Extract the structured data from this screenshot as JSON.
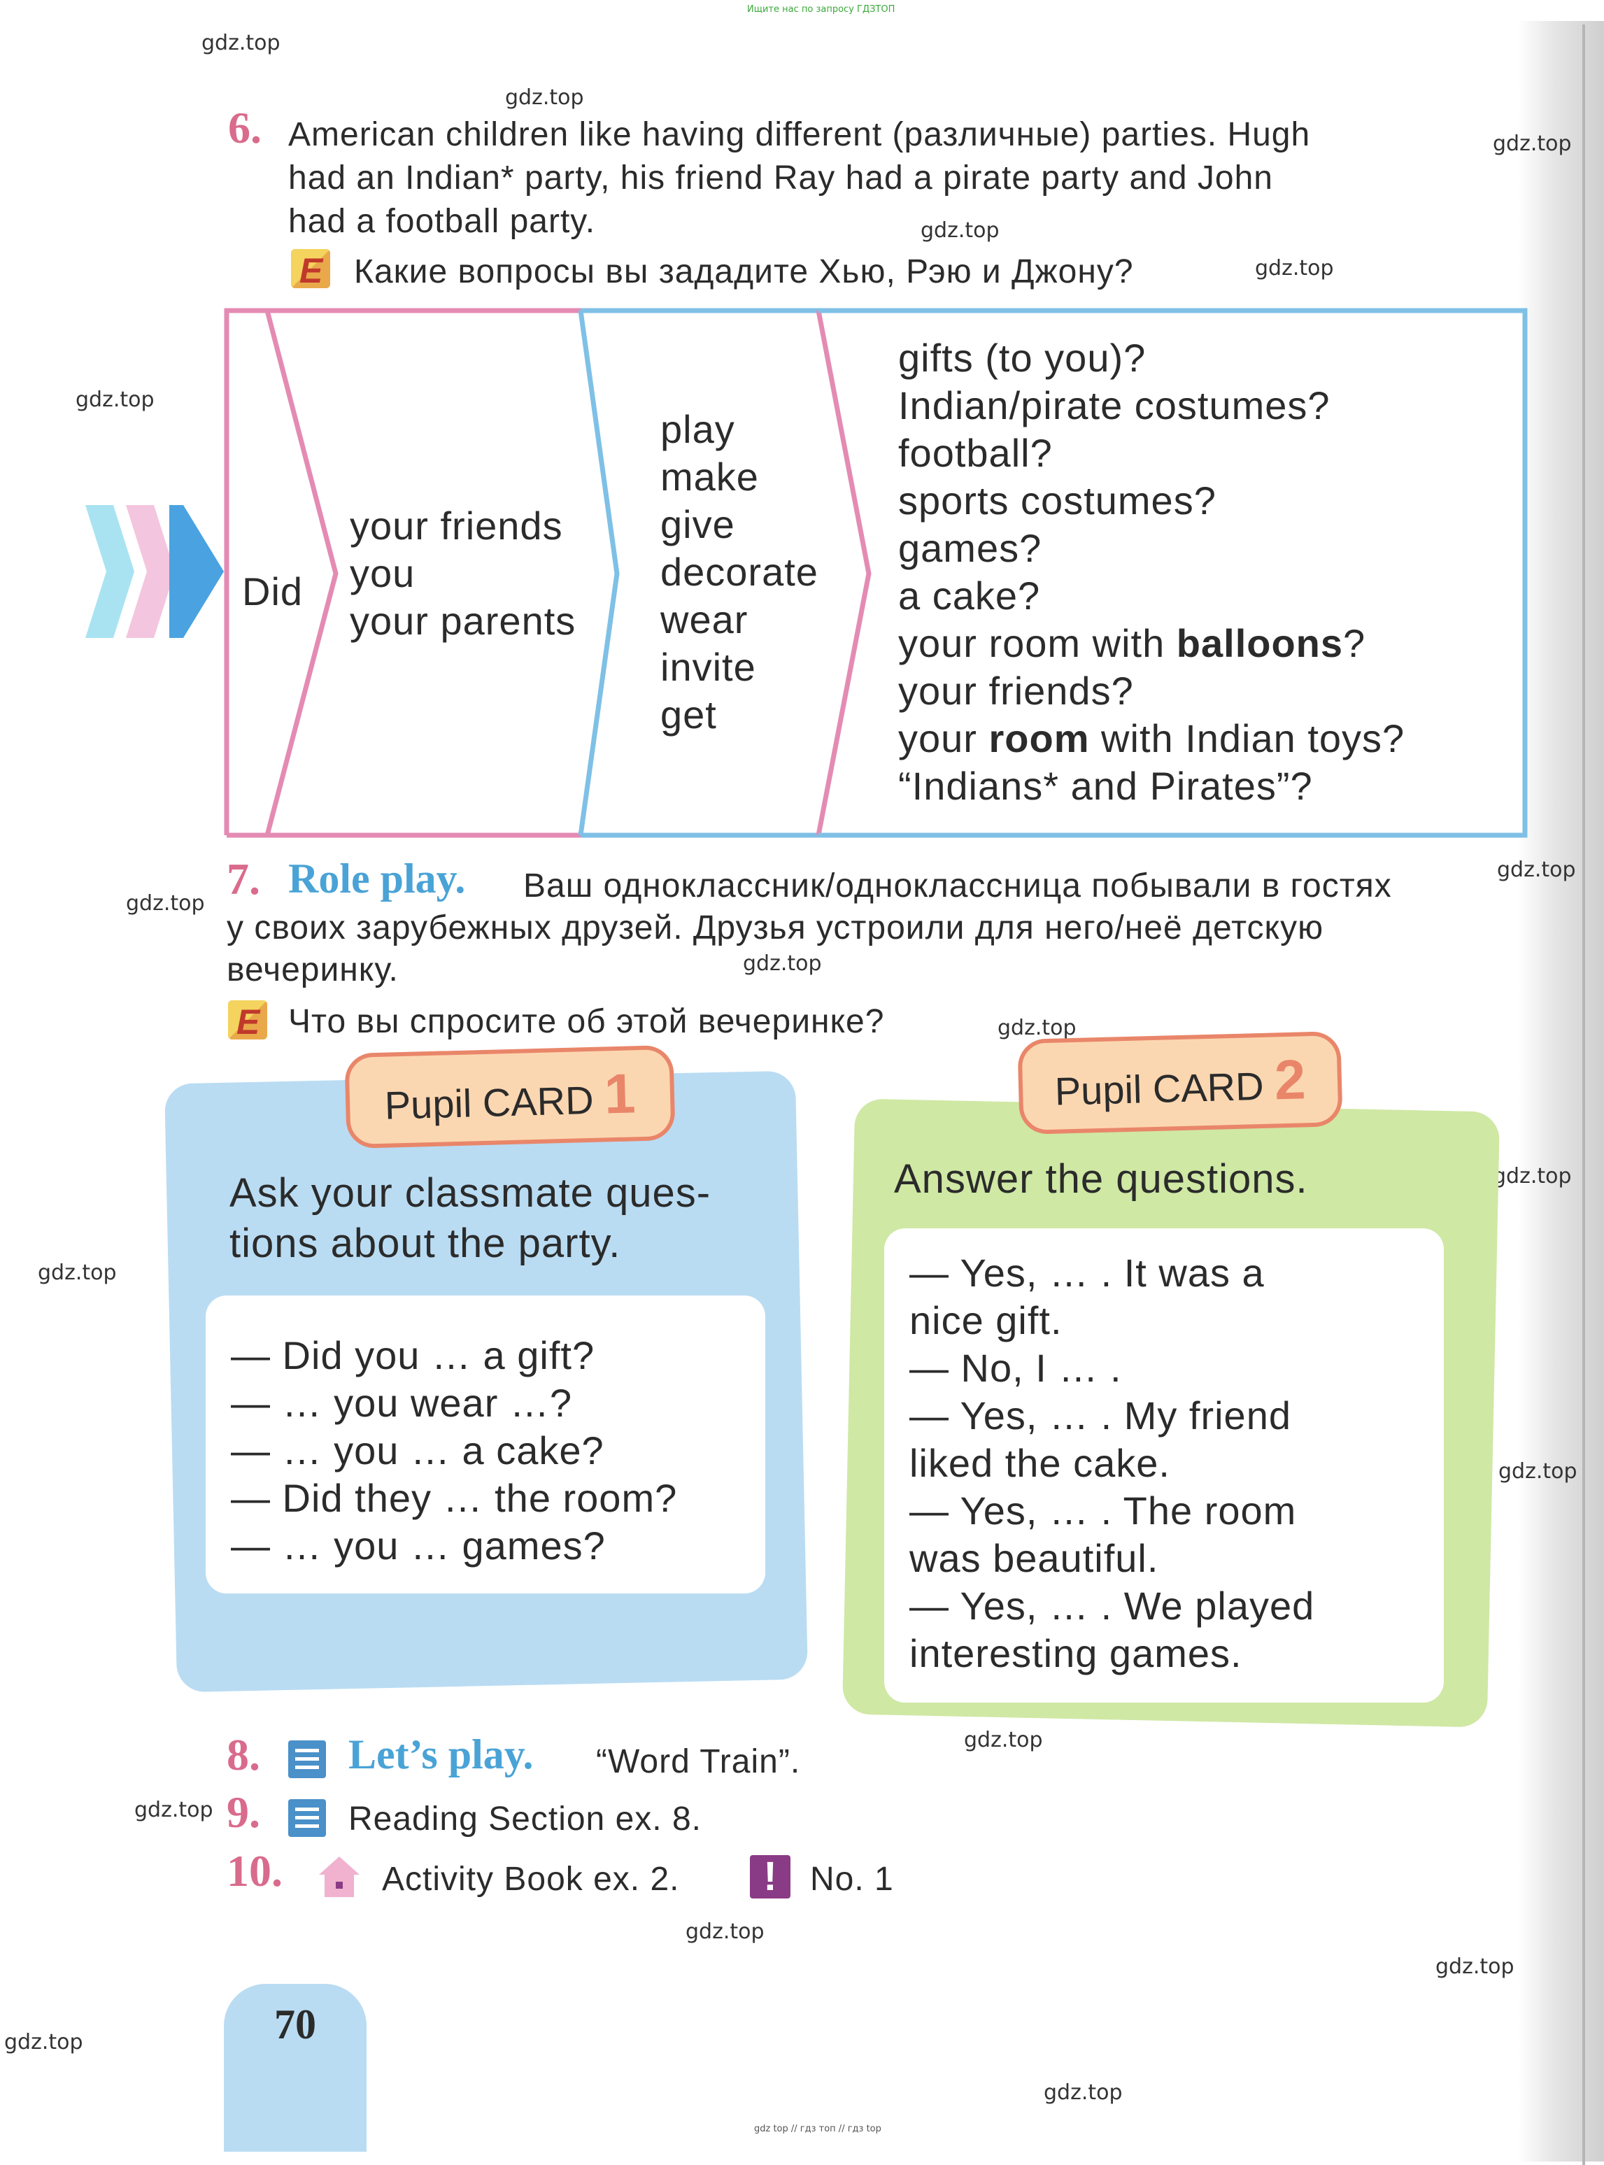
{
  "top_tiny": "Ищите нас по запросу ГДЗТОП",
  "bottom_tiny": "gdz top // гдз топ // гдз top",
  "watermark": "gdz.top",
  "ex6": {
    "number": "6.",
    "line1": "American  children  like  having  different  (различные)  parties.  Hugh",
    "line2": "had  an  Indian*  party,  his  friend  Ray  had  a  pirate  party  and  John",
    "line3": "had  a  football  party.",
    "badge": "E",
    "question": "Какие  вопросы  вы  зададите  Хью,  Рэю  и  Джону?"
  },
  "table": {
    "col1": "Did",
    "col2": [
      "your  friends",
      "you",
      "your  parents"
    ],
    "col3": [
      "play",
      "make",
      "give",
      "decorate",
      "wear",
      "invite",
      "get"
    ],
    "col4": [
      {
        "pre": "gifts  (to  you)?",
        "bold": "",
        "post": ""
      },
      {
        "pre": "Indian/pirate  costumes?",
        "bold": "",
        "post": ""
      },
      {
        "pre": "football?",
        "bold": "",
        "post": ""
      },
      {
        "pre": "sports  costumes?",
        "bold": "",
        "post": ""
      },
      {
        "pre": "games?",
        "bold": "",
        "post": ""
      },
      {
        "pre": "a  cake?",
        "bold": "",
        "post": ""
      },
      {
        "pre": "your  room  with  ",
        "bold": "balloons",
        "post": "?"
      },
      {
        "pre": "your  friends?",
        "bold": "",
        "post": ""
      },
      {
        "pre": "your  ",
        "bold": "room",
        "post": "  with  Indian  toys?"
      },
      {
        "pre": "“Indians*  and  Pirates”?",
        "bold": "",
        "post": ""
      }
    ]
  },
  "ex7": {
    "number": "7.",
    "title": "Role  play.",
    "line1": "Ваш  одноклассник/одноклассница  побывали  в  гостях",
    "line2": "у  своих  зарубежных  друзей.  Друзья  устроили  для  него/неё  детскую",
    "line3": "вечеринку.",
    "badge": "E",
    "question": "Что  вы  спросите  об  этой  вечеринке?"
  },
  "card1": {
    "label": "Pupil CARD",
    "num": "1",
    "title1": "Ask  your  classmate  ques-",
    "title2": "tions  about  the  party.",
    "lines": [
      "—  Did  you  …  a  gift?",
      "—  …  you  wear  …?",
      "—  …  you  …  a  cake?",
      "—  Did  they  …  the  room?",
      "—  …  you  …  games?"
    ]
  },
  "card2": {
    "label": "Pupil CARD",
    "num": "2",
    "title": "Answer  the  questions.",
    "lines": [
      "—  Yes,  …  .  It  was  a",
      "nice  gift.",
      "—  No,  I  …  .",
      "—  Yes,  …  .  My  friend",
      "liked  the  cake.",
      "—  Yes,  …  .  The  room",
      "was  beautiful.",
      "— Yes,  …  .  We  played",
      "interesting  games."
    ]
  },
  "ex8": {
    "number": "8.",
    "title": "Let’s  play.",
    "text": "“Word  Train”."
  },
  "ex9": {
    "number": "9.",
    "text": "Reading  Section  ex.  8."
  },
  "ex10": {
    "number": "10.",
    "text": "Activity  Book  ex.  2.",
    "extra": "No.  1"
  },
  "page_number": "70",
  "colors": {
    "pink": "#d96b8c",
    "blue": "#4aa3d6",
    "card_blue": "#b9dcf3",
    "card_green": "#cfe8a4",
    "pill_orange": "#e9866a"
  },
  "icons": [
    "e-badge-icon",
    "workbook-icon",
    "house-icon",
    "exclamation-icon",
    "triple-arrow-icon"
  ]
}
